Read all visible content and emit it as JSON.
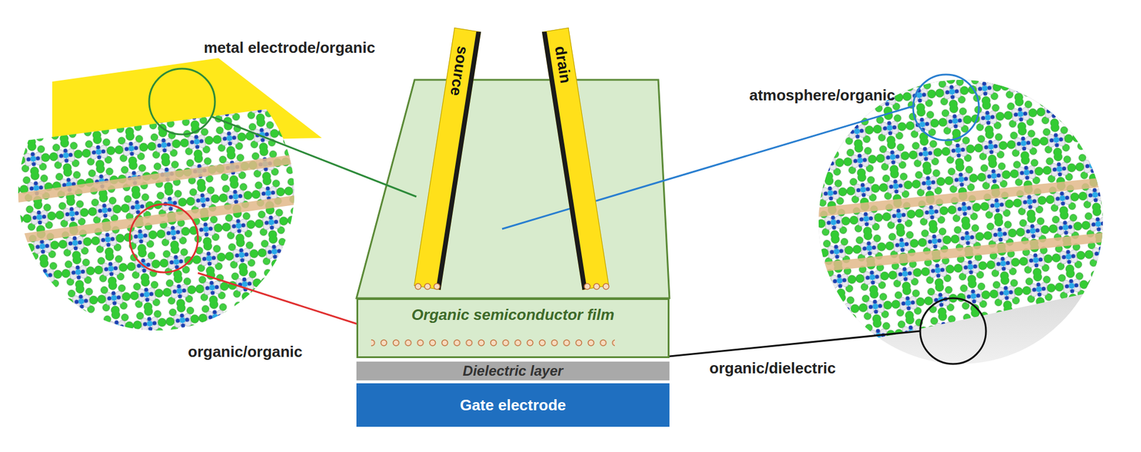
{
  "diagram": {
    "nodes": [
      {
        "text": [
          "source"
        ]
      },
      {
        "text": [
          "drain"
        ]
      },
      {
        "text": [
          "Organic semiconductor film"
        ]
      },
      {
        "text": [
          "Dielectric layer"
        ]
      },
      {
        "text": [
          "Gate electrode"
        ]
      }
    ],
    "labels": [
      "metal electrode/organic",
      "atmosphere/organic",
      "organic/organic",
      "organic/dielectric"
    ]
  }
}
